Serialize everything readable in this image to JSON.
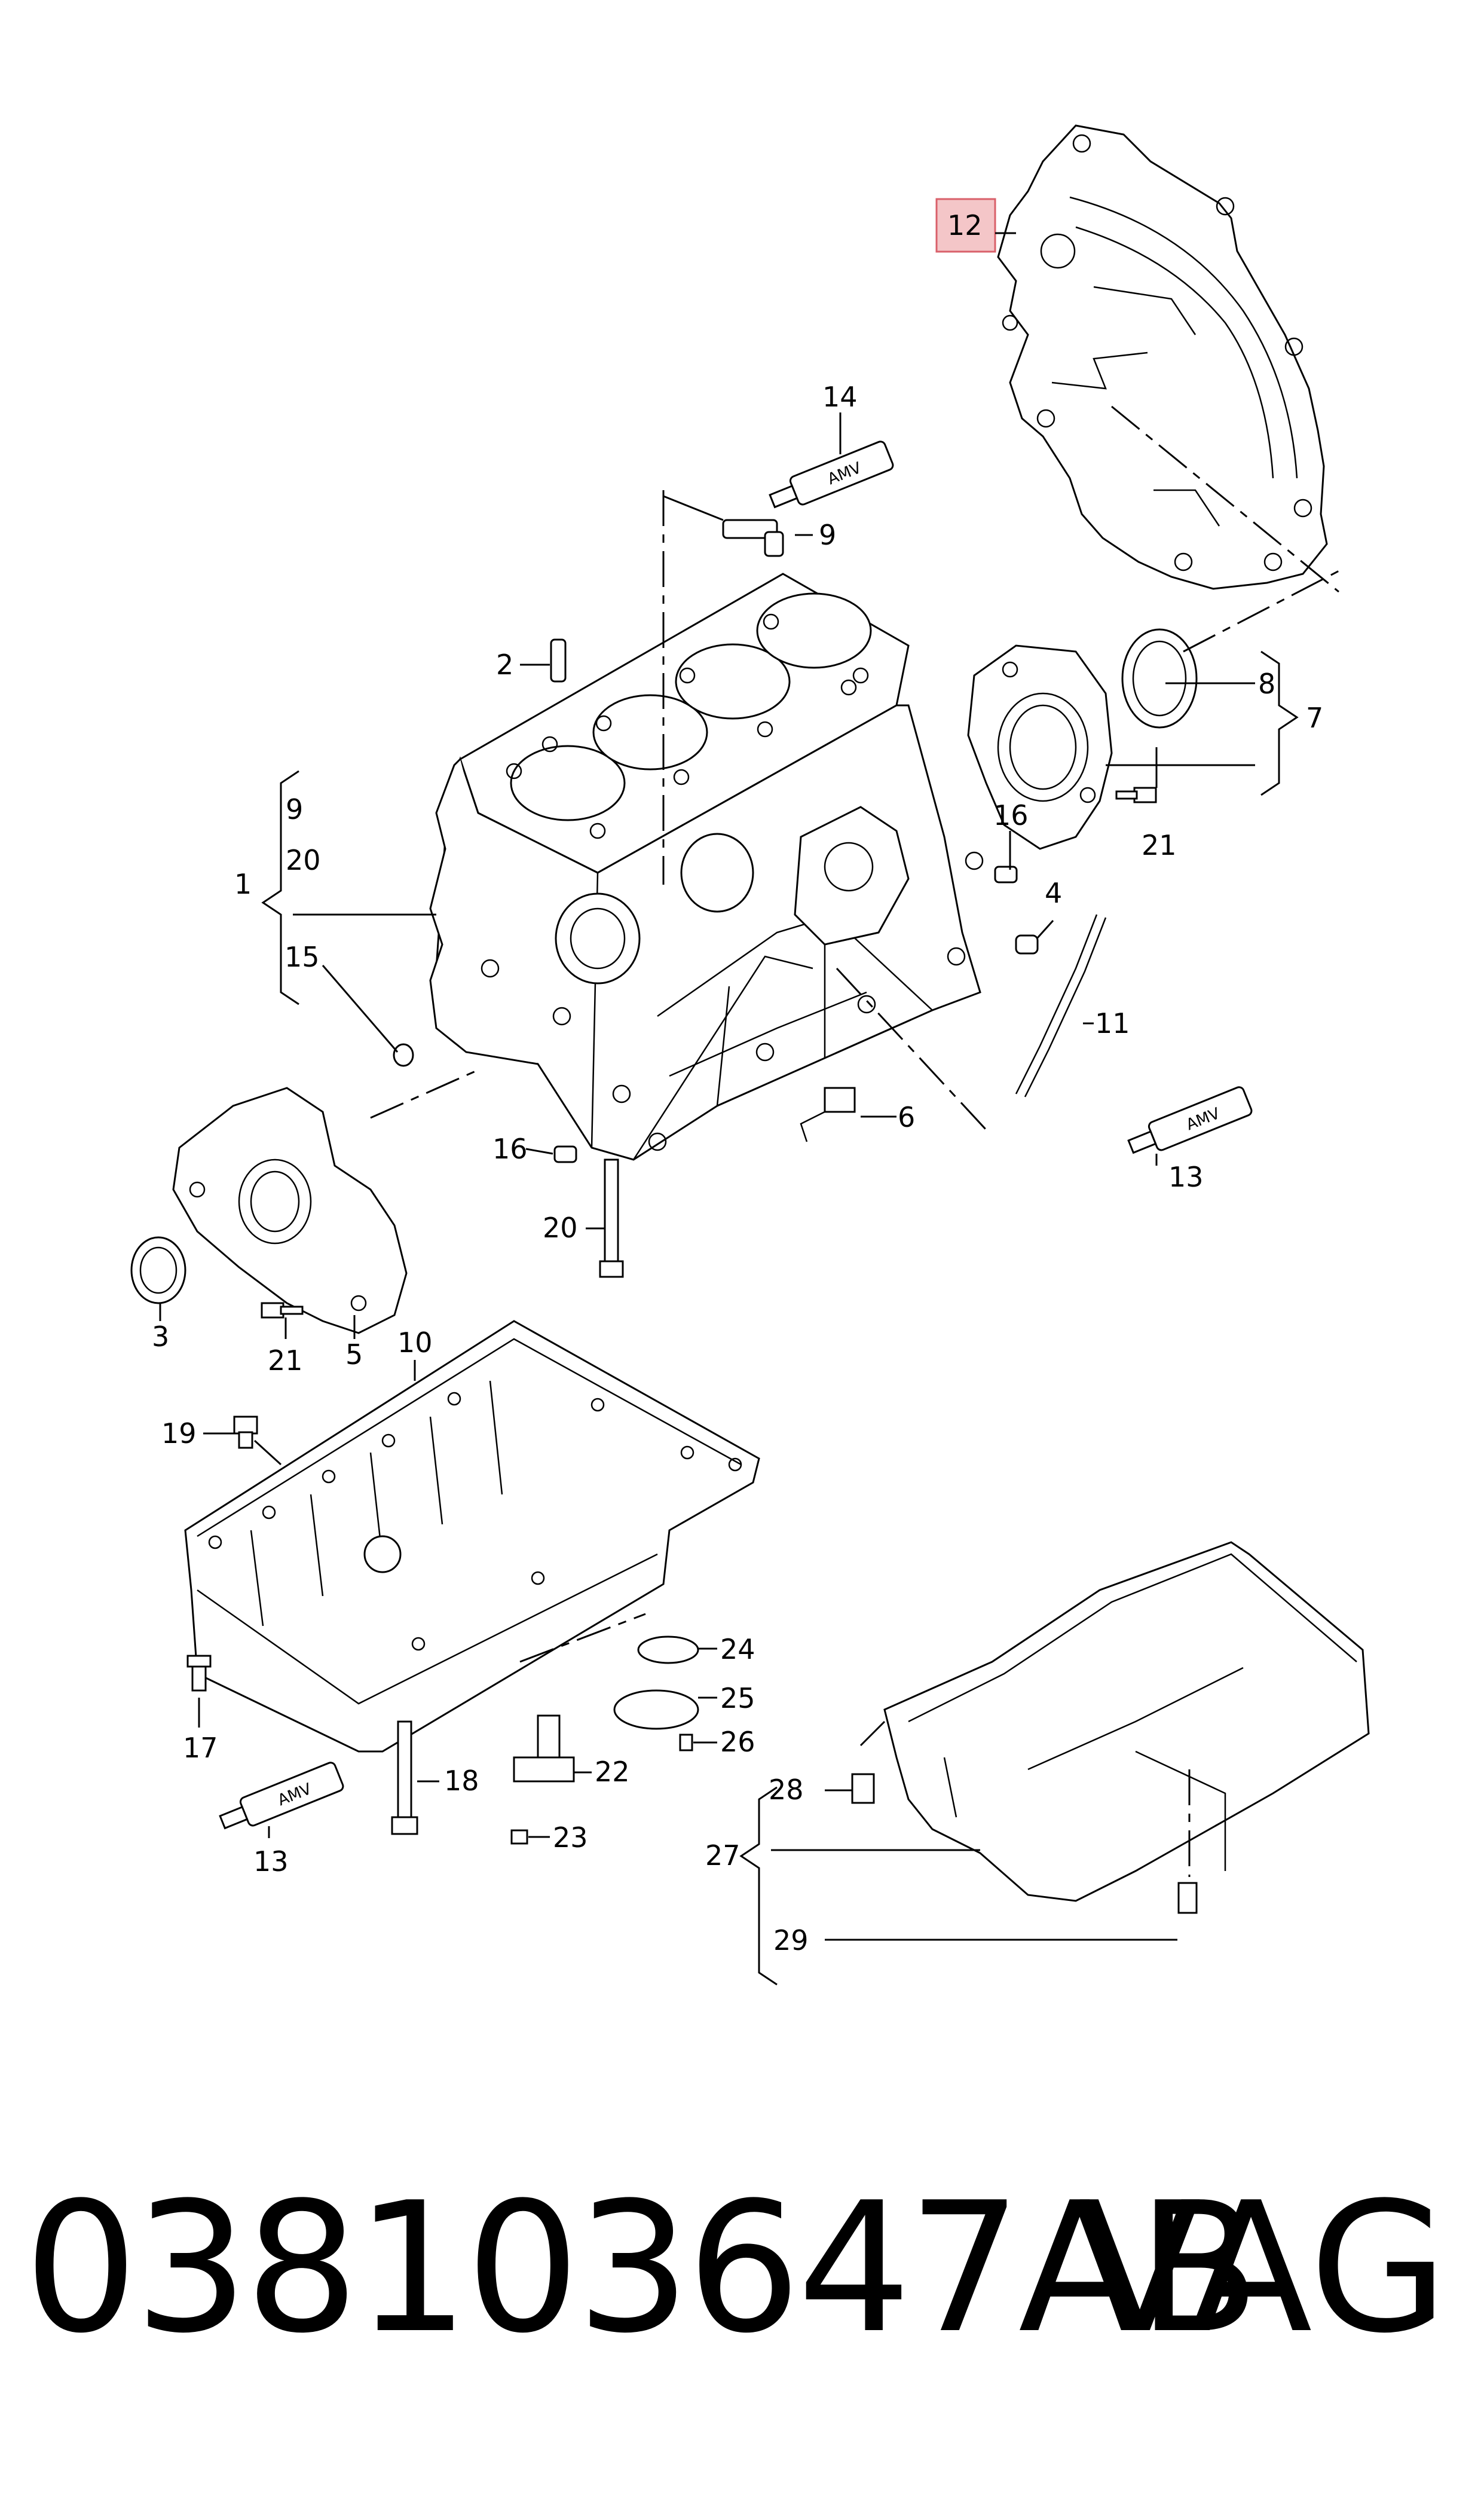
{
  "callouts": [
    {
      "label": "1"
    },
    {
      "label": "2"
    },
    {
      "label": "3"
    },
    {
      "label": "4"
    },
    {
      "label": "5"
    },
    {
      "label": "6"
    },
    {
      "label": "7"
    },
    {
      "label": "8"
    },
    {
      "label": "9"
    },
    {
      "label": "9"
    },
    {
      "label": "10"
    },
    {
      "label": "11"
    },
    {
      "label": "12"
    },
    {
      "label": "13"
    },
    {
      "label": "13"
    },
    {
      "label": "14"
    },
    {
      "label": "15"
    },
    {
      "label": "16"
    },
    {
      "label": "16"
    },
    {
      "label": "17"
    },
    {
      "label": "18"
    },
    {
      "label": "19"
    },
    {
      "label": "20"
    },
    {
      "label": "20"
    },
    {
      "label": "21"
    },
    {
      "label": "21"
    },
    {
      "label": "22"
    },
    {
      "label": "23"
    },
    {
      "label": "24"
    },
    {
      "label": "25"
    },
    {
      "label": "26"
    },
    {
      "label": "27"
    },
    {
      "label": "28"
    },
    {
      "label": "29"
    }
  ],
  "sealant_tube_label": "AMV",
  "highlight_color": "#f4c6c8",
  "highlight_border": "#d9606a",
  "footer": {
    "part_number": "038103647AB",
    "brand": "VAG"
  }
}
